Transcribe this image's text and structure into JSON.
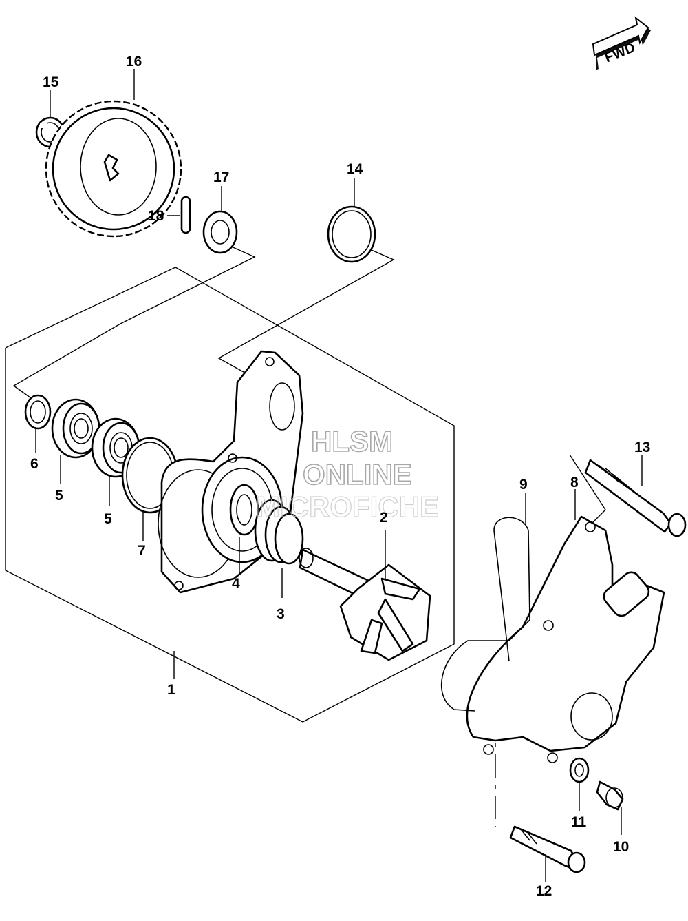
{
  "direction_label": "FWD",
  "watermark": {
    "line1": "HLSM",
    "line2": "ONLINE",
    "line3": "MICROFICHE"
  },
  "callouts": {
    "p1": "1",
    "p2": "2",
    "p3": "3",
    "p4": "4",
    "p5a": "5",
    "p5b": "5",
    "p6": "6",
    "p7": "7",
    "p8": "8",
    "p9": "9",
    "p10": "10",
    "p11": "11",
    "p12": "12",
    "p13": "13",
    "p14": "14",
    "p15": "15",
    "p16": "16",
    "p17": "17",
    "p18": "18"
  }
}
